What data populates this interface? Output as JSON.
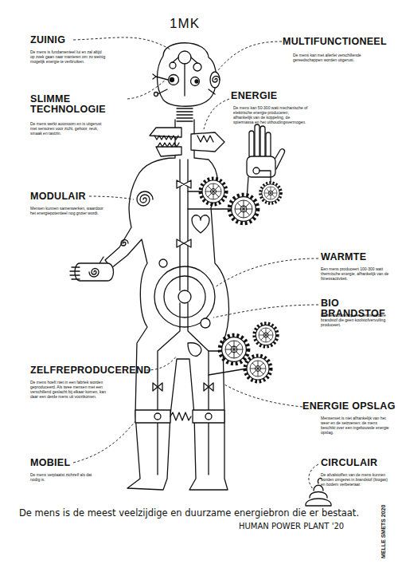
{
  "diagram": {
    "title": "1MK",
    "caption": "De mens is de meest veelzijdige en duurzame energiebron die er bestaat.",
    "labels": [
      "ZUINIG",
      "De mens is fundamenteel lui en zal altijd op zoek gaan naar manieren om zo weinig mogelijk energie te verbruiken.",
      "SLIMME TECHNOLOGIE",
      "De mens werkt autonoom en is uitgerust met sensoren voor zicht, gehoor, reuk, smaak en tastzin.",
      "MULTIFUNCTIONEEL",
      "De mens kan met allerlei verschillende gereedschappen worden uitgerust.",
      "ENERGIE",
      "De mens kan 50-300 watt mechanische of elektrische energie produceren, afhankelijk van de koppeling, de spiermassa en het uithoudingsvermogen.",
      "MODULAIR",
      "Mensen kunnen samenwerken, waardoor het energiepotentieel nog groter wordt.",
      "WARMTE",
      "Een mens produceert 100-300 watt thermische energie, afhankelijk van de fitnessactiviteit.",
      "BIO BRANDSTOF",
      "De mens werkt op een hernieuwbare brandstof die geen koolstofvervuiling produceert.",
      "ZELFREPRODUCEREND",
      "De mens hoeft niet in een fabriek worden geproduceerd. Als twee mensen met een verschillend geslacht bij elkaar komen, kan daar een derde mens uit voortkomen.",
      "ENERGIE OPSLAG",
      "Mensenvet is niet afhankelijk van het weer en de seizoenen: de mens beschikt over een ingebouwde energie opslag.",
      "MOBIEL",
      "De mens verplaatst zichzelf als dat nodig is.",
      "CIRCULAIR",
      "De afvalstoffen van de mens kunnen worden omgezet in brandstof (biogas) en bodem verbeteraar.",
      "HUMAN POWER PLANT '20",
      "MELLE SMETS 2020"
    ]
  }
}
